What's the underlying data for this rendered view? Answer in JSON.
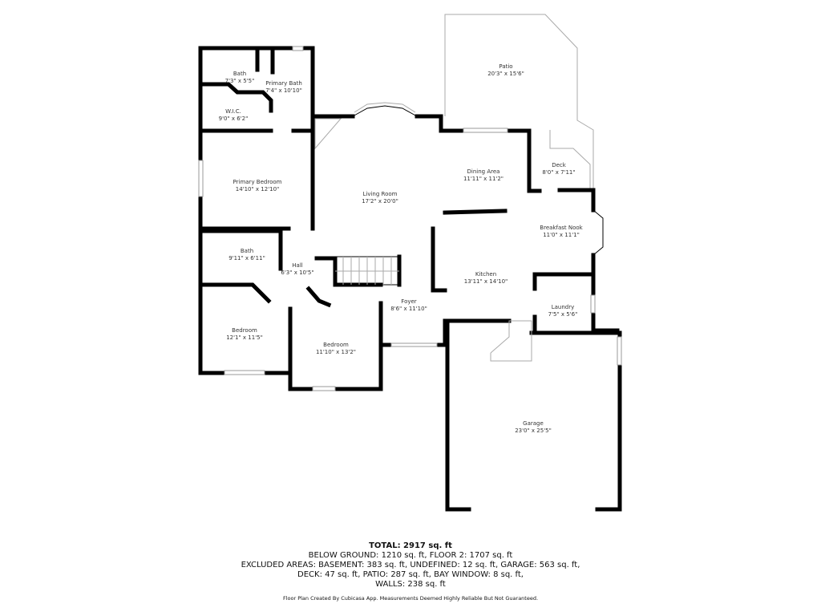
{
  "rooms": {
    "patio": {
      "name": "Patio",
      "dims": "20'3\" x 15'6\""
    },
    "bath1": {
      "name": "Bath",
      "dims": "7'3\" x 5'5\""
    },
    "primary_bath": {
      "name": "Primary Bath",
      "dims": "7'4\" x 10'10\""
    },
    "wic": {
      "name": "W.I.C.",
      "dims": "9'0\" x 6'2\""
    },
    "primary_bedroom": {
      "name": "Primary Bedroom",
      "dims": "14'10\" x 12'10\""
    },
    "living_room": {
      "name": "Living Room",
      "dims": "17'2\" x 20'0\""
    },
    "dining_area": {
      "name": "Dining Area",
      "dims": "11'11\" x 11'2\""
    },
    "deck": {
      "name": "Deck",
      "dims": "8'0\" x 7'11\""
    },
    "breakfast_nook": {
      "name": "Breakfast Nook",
      "dims": "11'0\" x 11'1\""
    },
    "bath2": {
      "name": "Bath",
      "dims": "9'11\" x 6'11\""
    },
    "hall": {
      "name": "Hall",
      "dims": "6'3\" x 10'5\""
    },
    "kitchen": {
      "name": "Kitchen",
      "dims": "13'11\" x 14'10\""
    },
    "laundry": {
      "name": "Laundry",
      "dims": "7'5\" x 5'6\""
    },
    "foyer": {
      "name": "Foyer",
      "dims": "8'6\" x 11'10\""
    },
    "bedroom1": {
      "name": "Bedroom",
      "dims": "12'1\" x 11'5\""
    },
    "bedroom2": {
      "name": "Bedroom",
      "dims": "11'10\" x 13'2\""
    },
    "garage": {
      "name": "Garage",
      "dims": "23'0\" x 25'5\""
    }
  },
  "summary": {
    "total": "TOTAL: 2917 sq. ft",
    "line1": "BELOW GROUND: 1210 sq. ft, FLOOR 2: 1707 sq. ft",
    "line2": "EXCLUDED AREAS: BASEMENT: 383 sq. ft, UNDEFINED: 12 sq. ft, GARAGE: 563 sq. ft,",
    "line3": "DECK: 47 sq. ft, PATIO: 287 sq. ft, BAY WINDOW: 8 sq. ft,",
    "line4": "WALLS: 238 sq. ft"
  },
  "footer": "Floor Plan Created By Cubicasa App. Measurements Deemed Highly Reliable But Not Guaranteed."
}
